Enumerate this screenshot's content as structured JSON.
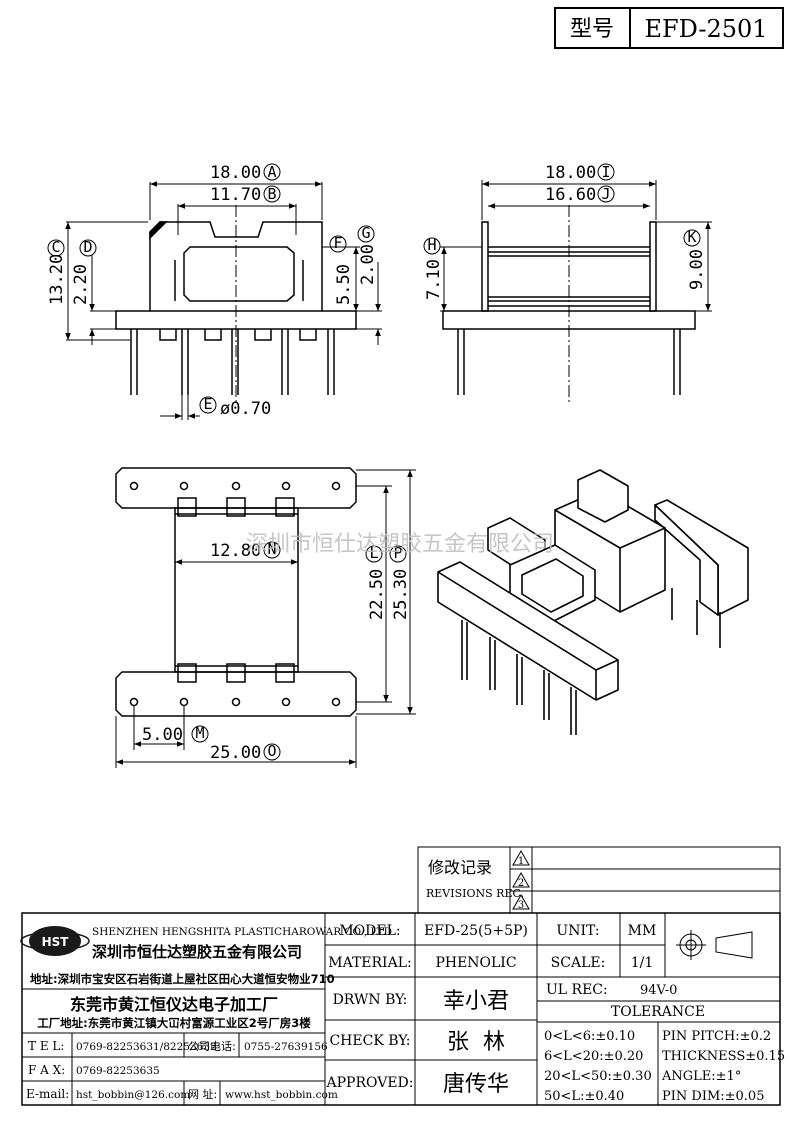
{
  "header": {
    "label_cn": "型号",
    "model": "EFD-2501"
  },
  "front_view": {
    "dims": {
      "A": "18.00",
      "B": "11.70",
      "C": "13.20",
      "D": "2.20",
      "F": "5.50",
      "G": "2.00",
      "E": "ø0.70"
    },
    "markers": {
      "A": "A",
      "B": "B",
      "C": "C",
      "D": "D",
      "F": "F",
      "G": "G",
      "E": "E"
    }
  },
  "side_view": {
    "dims": {
      "I": "18.00",
      "J": "16.60",
      "H": "7.10",
      "K": "9.00"
    },
    "markers": {
      "I": "I",
      "J": "J",
      "H": "H",
      "K": "K"
    }
  },
  "bottom_view": {
    "dims": {
      "N": "12.80",
      "L": "22.50",
      "P": "25.30",
      "M": "5.00",
      "O": "25.00"
    },
    "markers": {
      "N": "N",
      "L": "L",
      "P": "P",
      "M": "M",
      "O": "O"
    }
  },
  "watermark": "深圳市恒仕达塑胶五金有限公司",
  "revisions": {
    "title_cn": "修改记录",
    "title_en": "REVISIONS REC.",
    "rows": [
      "1",
      "2",
      "3"
    ]
  },
  "company": {
    "logo": "HST",
    "name_en": "SHENZHEN HENGSHITA PLASTICHAROWAR CO., LTD",
    "name_cn": "深圳市恒仕达塑胶五金有限公司",
    "address": "地址:深圳市宝安区石岩街道上屋社区田心大道恒安物业710",
    "factory_name": "东莞市黄江恒仪达电子加工厂",
    "factory_address": "工厂地址:东莞市黄江镇大冚村富源工业区2号厂房3楼"
  },
  "contacts": {
    "tel_label": "T E L:",
    "tel": "0769-82253631/82253632",
    "company_tel_label": "公司电话:",
    "company_tel": "0755-27639156",
    "fax_label": "F A X:",
    "fax": "0769-82253635",
    "email_label": "E-mail:",
    "email": "hst_bobbin@126.com",
    "web_label": "网  址:",
    "web": "www.hst_bobbin.com"
  },
  "title_block": {
    "model_label": "MODEL:",
    "model": "EFD-25(5+5P)",
    "material_label": "MATERIAL:",
    "material": "PHENOLIC",
    "drawn_label": "DRWN BY:",
    "drawn": "幸小君",
    "check_label": "CHECK BY:",
    "check": "张  林",
    "approved_label": "APPROVED:",
    "approved": "唐传华",
    "unit_label": "UNIT:",
    "unit": "MM",
    "scale_label": "SCALE:",
    "scale": "1/1",
    "ul_label": "UL REC:",
    "ul": "94V-0",
    "tolerance_title": "TOLERANCE",
    "tol_left": [
      "0<L<6:±0.10",
      "6<L<20:±0.20",
      "20<L<50:±0.30",
      "50<L:±0.40"
    ],
    "tol_right": [
      "PIN PITCH:±0.2",
      "THICKNESS±0.15",
      "ANGLE:±1°",
      "PIN DIM:±0.05"
    ]
  }
}
